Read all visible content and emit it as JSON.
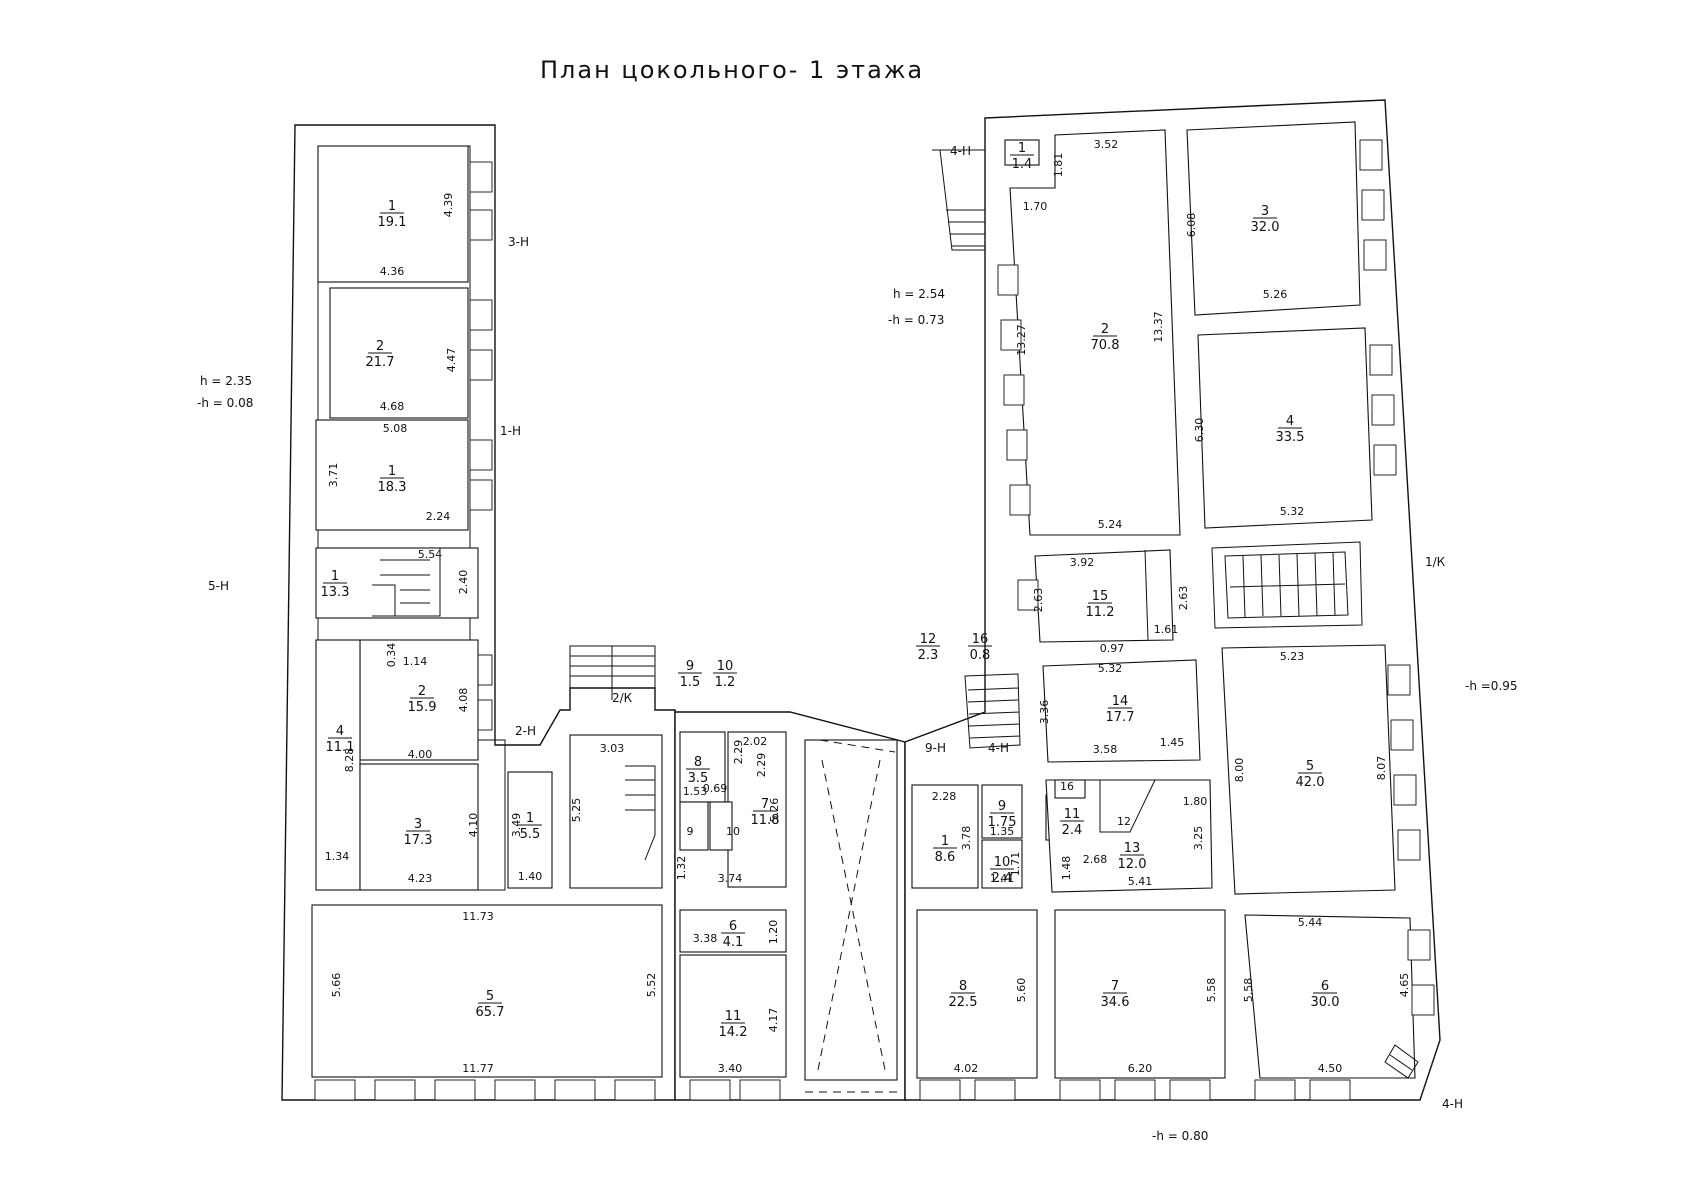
{
  "title": "План  цокольного- 1 этажа",
  "colors": {
    "line": "#111111",
    "background": "#ffffff"
  },
  "notes": [
    "h = 2.35",
    "-h = 0.08",
    "h = 2.54",
    "-h = 0.73",
    "-h =0.95",
    "-h = 0.80",
    "5-Н",
    "3-Н",
    "1-Н",
    "2-Н",
    "4-Н",
    "1/К",
    "2/К",
    "9-Н",
    "4-Н",
    "4-Н"
  ],
  "rooms": [
    {
      "num": "1",
      "area": "19.1"
    },
    {
      "num": "2",
      "area": "21.7"
    },
    {
      "num": "1",
      "area": "18.3"
    },
    {
      "num": "1",
      "area": "13.3"
    },
    {
      "num": "2",
      "area": "15.9"
    },
    {
      "num": "4",
      "area": "11.1"
    },
    {
      "num": "3",
      "area": "17.3"
    },
    {
      "num": "1",
      "area": "5.5"
    },
    {
      "num": "5",
      "area": "65.7"
    },
    {
      "num": "8",
      "area": "3.5"
    },
    {
      "num": "7",
      "area": "11.8"
    },
    {
      "num": "9",
      "area": "1.5"
    },
    {
      "num": "10",
      "area": "1.2"
    },
    {
      "num": "6",
      "area": "4.1"
    },
    {
      "num": "11",
      "area": "14.2"
    },
    {
      "num": "1",
      "area": "1.4"
    },
    {
      "num": "2",
      "area": "70.8"
    },
    {
      "num": "3",
      "area": "32.0"
    },
    {
      "num": "4",
      "area": "33.5"
    },
    {
      "num": "15",
      "area": "11.2"
    },
    {
      "num": "12",
      "area": "2.3"
    },
    {
      "num": "16",
      "area": "0.8"
    },
    {
      "num": "14",
      "area": "17.7"
    },
    {
      "num": "5",
      "area": "42.0"
    },
    {
      "num": "1",
      "area": "8.6"
    },
    {
      "num": "9",
      "area": "1.75"
    },
    {
      "num": "10",
      "area": "2.4"
    },
    {
      "num": "11",
      "area": "2.4"
    },
    {
      "num": "13",
      "area": "12.0"
    },
    {
      "num": "8",
      "area": "22.5"
    },
    {
      "num": "7",
      "area": "34.6"
    },
    {
      "num": "6",
      "area": "30.0"
    }
  ],
  "labels": [
    "9",
    "10",
    "16",
    "12",
    "1.53",
    "0.69",
    "2.29",
    "2.29"
  ],
  "dimensions": [
    "4.36",
    "4.39",
    "4.47",
    "4.68",
    "5.08",
    "3.71",
    "2.24",
    "5.54",
    "2.40",
    "0.34",
    "1.14",
    "4.08",
    "8.28",
    "4.00",
    "4.10",
    "1.34",
    "4.23",
    "3.49",
    "1.40",
    "11.73",
    "5.66",
    "5.52",
    "11.77",
    "3.03",
    "5.25",
    "2.02",
    "5.26",
    "1.32",
    "3.74",
    "3.38",
    "1.20",
    "4.17",
    "3.40",
    "3.52",
    "1.81",
    "1.70",
    "13.27",
    "13.37",
    "6.08",
    "5.26",
    "6.30",
    "5.32",
    "5.24",
    "3.92",
    "2.63",
    "2.63",
    "1.61",
    "0.97",
    "5.32",
    "3.36",
    "3.58",
    "1.45",
    "5.23",
    "8.00",
    "8.07",
    "2.28",
    "3.78",
    "1.35",
    "1.41",
    "1.71",
    "1.80",
    "3.25",
    "2.68",
    "1.48",
    "5.41",
    "5.60",
    "4.02",
    "5.58",
    "5.58",
    "6.20",
    "5.44",
    "4.65",
    "4.50"
  ]
}
